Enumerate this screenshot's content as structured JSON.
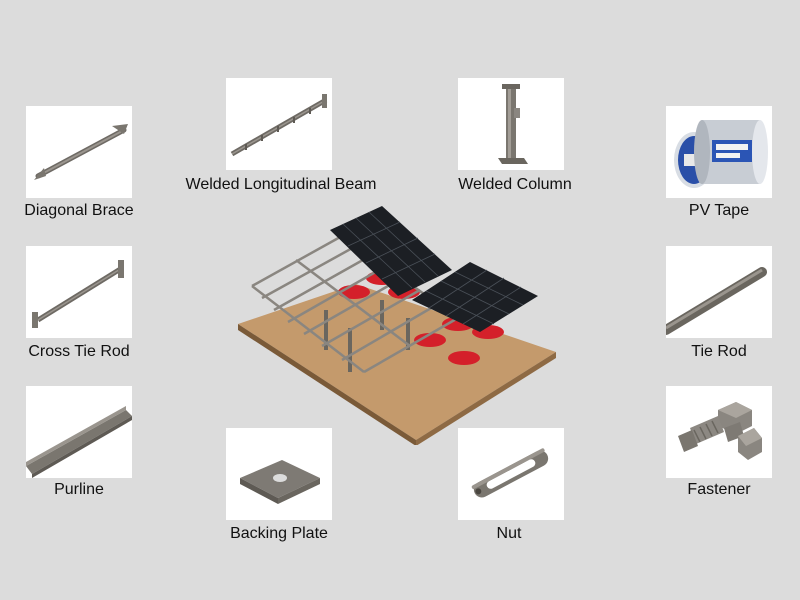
{
  "parts": [
    {
      "id": "diagonal-brace",
      "label": "Diagonal Brace",
      "icon": "diagonal-brace-icon"
    },
    {
      "id": "welded-longitudinal-beam",
      "label": "Welded Longitudinal Beam",
      "icon": "longitudinal-beam-icon"
    },
    {
      "id": "welded-column",
      "label": "Welded Column",
      "icon": "column-icon"
    },
    {
      "id": "pv-tape",
      "label": "PV Tape",
      "icon": "tape-roll-icon"
    },
    {
      "id": "cross-tie-rod",
      "label": "Cross Tie Rod",
      "icon": "cross-tie-rod-icon"
    },
    {
      "id": "tie-rod",
      "label": "Tie Rod",
      "icon": "tie-rod-icon"
    },
    {
      "id": "purline",
      "label": "Purline",
      "icon": "purline-icon"
    },
    {
      "id": "backing-plate",
      "label": "Backing Plate",
      "icon": "backing-plate-icon"
    },
    {
      "id": "nut",
      "label": "Nut",
      "icon": "nut-icon"
    },
    {
      "id": "fastener",
      "label": "Fastener",
      "icon": "bolt-icon"
    }
  ],
  "center_image": {
    "icon": "solar-carport-icon"
  },
  "colors": {
    "background": "#dcdcdc",
    "steel": "#8a8680",
    "ground": "#c49a6c",
    "panel": "#1c1f24",
    "car": "#d4202a"
  }
}
